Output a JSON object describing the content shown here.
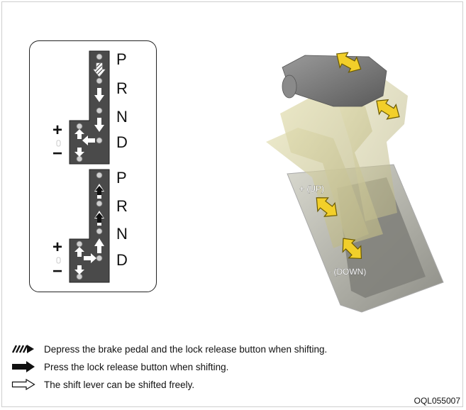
{
  "gates": [
    {
      "labels": [
        "P",
        "R",
        "N",
        "D"
      ],
      "plus": "+",
      "minus": "−"
    },
    {
      "labels": [
        "P",
        "R",
        "N",
        "D"
      ],
      "plus": "+",
      "minus": "−"
    }
  ],
  "lever": {
    "up_label": "+ (UP)",
    "down_label": "- (DOWN)"
  },
  "legend": [
    {
      "icon": "hatched-arrow-icon",
      "text": "Depress the brake pedal and the lock release button when shifting."
    },
    {
      "icon": "solid-arrow-icon",
      "text": "Press the lock release button when shifting."
    },
    {
      "icon": "outline-arrow-icon",
      "text": "The shift lever can be shifted freely."
    }
  ],
  "figure_code": "OQL055007",
  "colors": {
    "gate_bg": "#4a4a4a",
    "arrow_yellow": "#f2cf2a",
    "lever_grey": "#6e6e6e"
  }
}
